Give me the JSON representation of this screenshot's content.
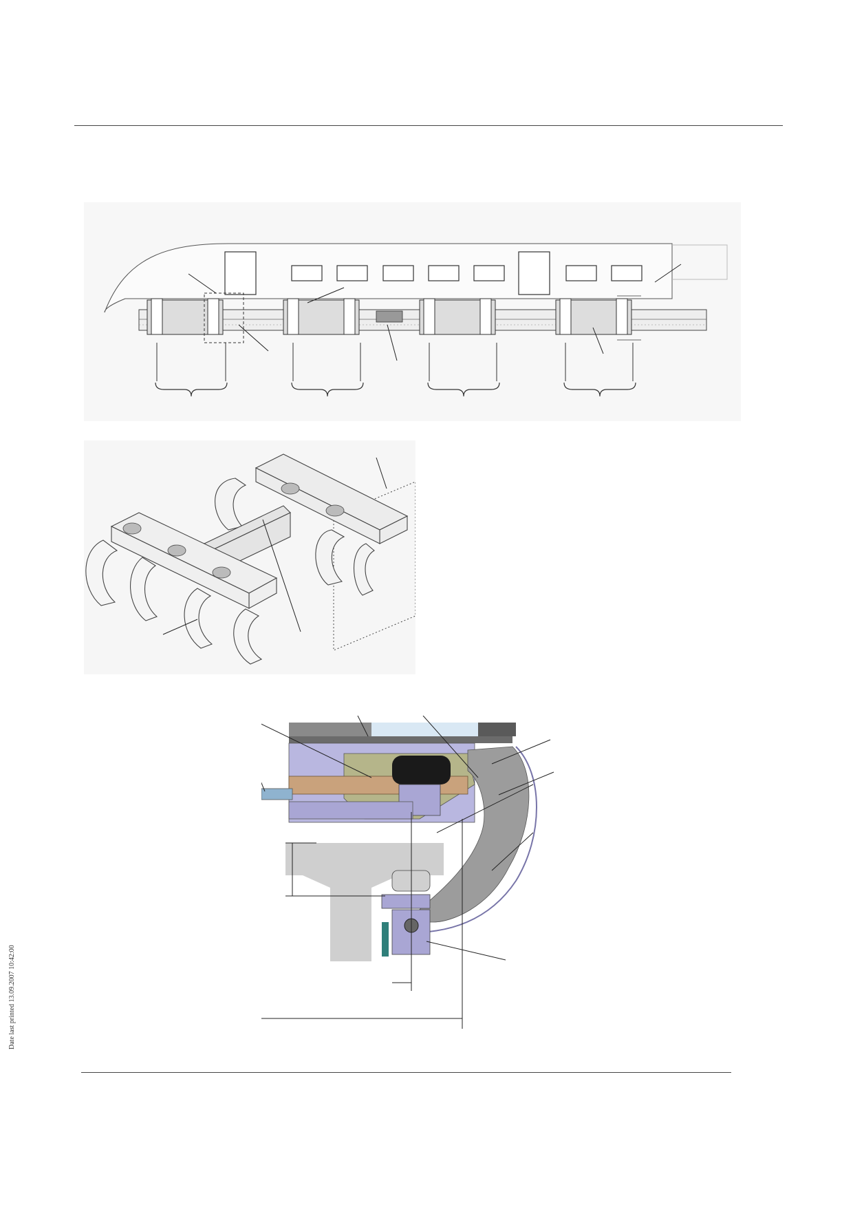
{
  "footer": {
    "print_stamp": "Date last printed 13.09.2007 10:42:00"
  },
  "figures": [
    {
      "id": "figure-vehicle-side-view",
      "description_visible_text": ""
    },
    {
      "id": "figure-bogie-frame-isometric",
      "description_visible_text": ""
    },
    {
      "id": "figure-cross-section",
      "description_visible_text": ""
    }
  ],
  "colors": {
    "body_purple": "#a9a6d4",
    "frame_olive": "#b5b58a",
    "beam_brown": "#c9a27c",
    "guideway_grey": "#cfcfcf",
    "skirt_grey": "#9c9c9c",
    "glass_blue": "#d9e8f4",
    "line": "#333333"
  }
}
